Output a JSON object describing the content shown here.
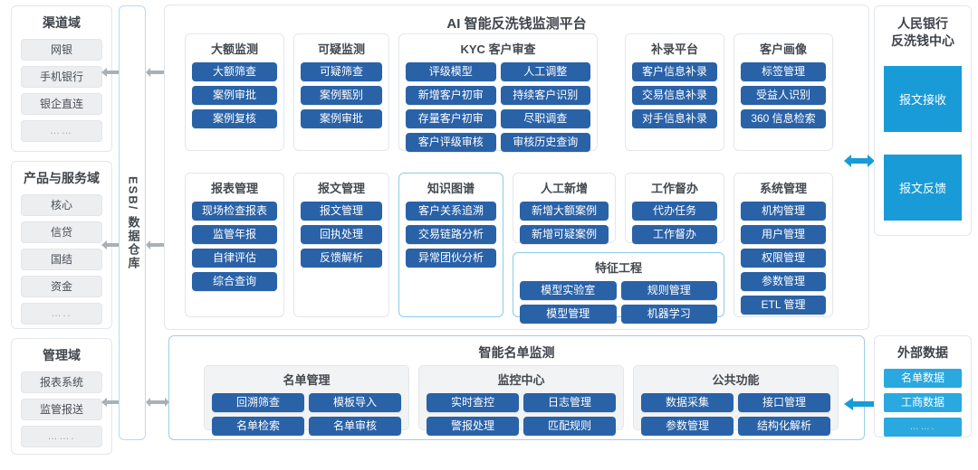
{
  "left_column": {
    "domains": [
      {
        "title": "渠道域",
        "items": [
          "网银",
          "手机银行",
          "银企直连",
          "……"
        ]
      },
      {
        "title": "产品与服务域",
        "items": [
          "核心",
          "信贷",
          "国结",
          "资金",
          "….."
        ]
      },
      {
        "title": "管理域",
        "items": [
          "报表系统",
          "监管报送",
          "……."
        ]
      }
    ]
  },
  "esb": {
    "label": "ESB/ 数据仓库"
  },
  "platform": {
    "title": "AI 智能反洗钱监测平台",
    "row1": [
      {
        "title": "大额监测",
        "layout": "col",
        "items": [
          "大额筛查",
          "案例审批",
          "案例复核"
        ]
      },
      {
        "title": "可疑监测",
        "layout": "col",
        "items": [
          "可疑筛查",
          "案例甄别",
          "案例审批"
        ]
      },
      {
        "title": "KYC 客户审查",
        "layout": "grid",
        "items": [
          "评级模型",
          "人工调整",
          "新增客户初审",
          "持续客户识别",
          "存量客户初审",
          "尽职调查",
          "客户评级审核",
          "审核历史查询"
        ]
      },
      {
        "title": "补录平台",
        "layout": "col",
        "items": [
          "客户信息补录",
          "交易信息补录",
          "对手信息补录"
        ]
      },
      {
        "title": "客户画像",
        "layout": "col",
        "items": [
          "标签管理",
          "受益人识别",
          "360 信息检索"
        ]
      }
    ],
    "row2": [
      {
        "title": "报表管理",
        "layout": "col",
        "accent": false,
        "items": [
          "现场检查报表",
          "监管年报",
          "自律评估",
          "综合查询"
        ]
      },
      {
        "title": "报文管理",
        "layout": "col",
        "accent": false,
        "items": [
          "报文管理",
          "回执处理",
          "反馈解析"
        ]
      },
      {
        "title": "知识图谱",
        "layout": "col",
        "accent": true,
        "items": [
          "客户关系追溯",
          "交易链路分析",
          "异常团伙分析"
        ]
      },
      {
        "title": "人工新增",
        "layout": "col",
        "accent": false,
        "items": [
          "新增大额案例",
          "新增可疑案例"
        ]
      },
      {
        "title": "工作督办",
        "layout": "col",
        "accent": false,
        "items": [
          "代办任务",
          "工作督办"
        ]
      },
      {
        "title": "系统管理",
        "layout": "col",
        "accent": false,
        "items": [
          "机构管理",
          "用户管理",
          "权限管理",
          "参数管理",
          "ETL 管理"
        ]
      }
    ],
    "feature_engineering": {
      "title": "特征工程",
      "accent": true,
      "items": [
        "模型实验室",
        "规则管理",
        "模型管理",
        "机器学习"
      ]
    }
  },
  "list_panel": {
    "title": "智能名单监测",
    "groups": [
      {
        "title": "名单管理",
        "items": [
          "回溯筛查",
          "模板导入",
          "名单检索",
          "名单审核"
        ]
      },
      {
        "title": "监控中心",
        "items": [
          "实时查控",
          "日志管理",
          "警报处理",
          "匹配规则"
        ]
      },
      {
        "title": "公共功能",
        "items": [
          "数据采集",
          "接口管理",
          "参数管理",
          "结构化解析"
        ]
      }
    ]
  },
  "right_column": {
    "pboc": {
      "title_line1": "人民银行",
      "title_line2": "反洗钱中心",
      "boxes": [
        "报文接收",
        "报文反馈"
      ]
    },
    "external": {
      "title": "外部数据",
      "items": [
        "名单数据",
        "工商数据",
        "……."
      ]
    }
  },
  "colors": {
    "button_blue": "#2a62a8",
    "cyan": "#199bd7",
    "accent_border": "#8ecbe8",
    "grey_chip": "#eceef0",
    "arrow_grey": "#a9b0b6",
    "arrow_blue": "#199bd7"
  }
}
